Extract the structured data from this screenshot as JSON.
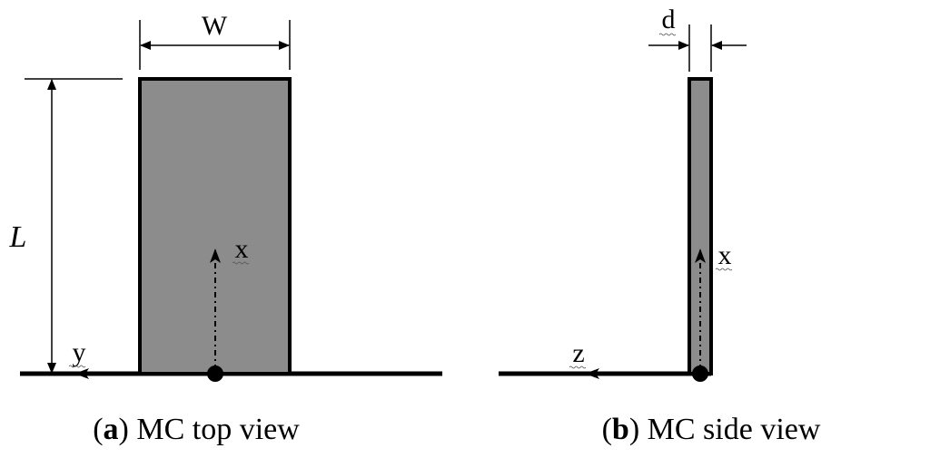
{
  "colors": {
    "body_fill": "#8c8c8c",
    "stroke": "#000000"
  },
  "panel_a": {
    "dim_width_label": "W",
    "dim_length_label": "L",
    "axis_up_label": "x",
    "axis_left_label": "y",
    "caption_letter": "a",
    "caption_text": "MC top view"
  },
  "panel_b": {
    "dim_thickness_label": "d",
    "axis_up_label": "x",
    "axis_left_label": "z",
    "caption_letter": "b",
    "caption_text": "MC side view"
  }
}
